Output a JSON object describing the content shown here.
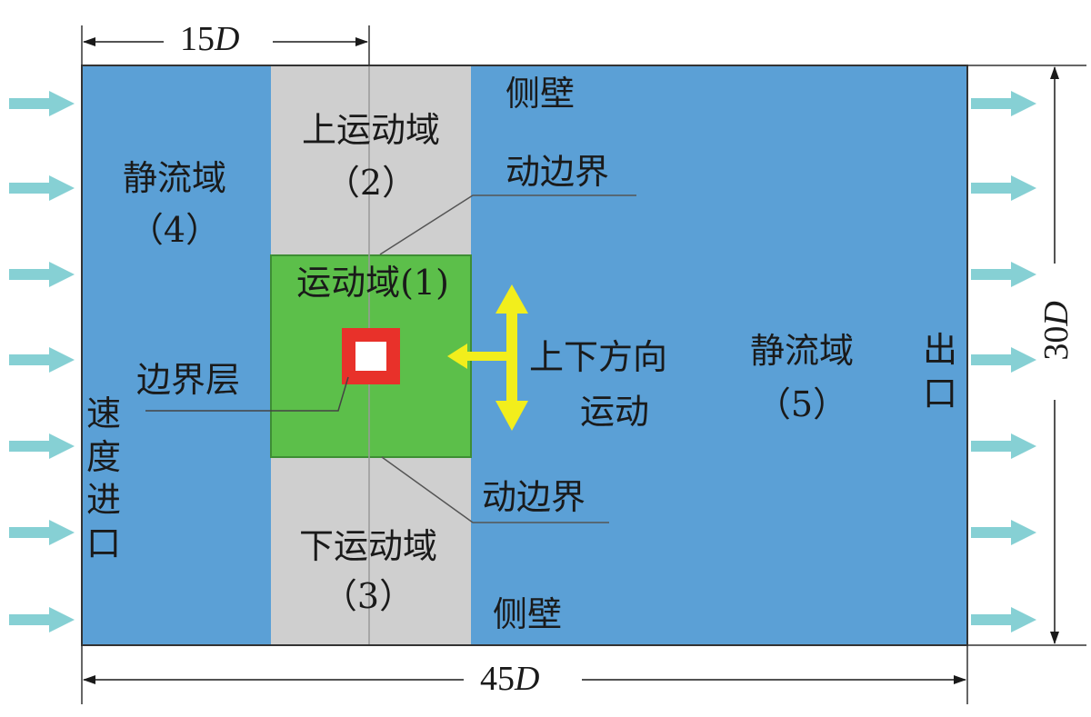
{
  "colors": {
    "static_domain": "#5ba0d6",
    "moving_subdomain": "#cfcfcf",
    "moving_domain": "#5cbf4a",
    "boundary_layer": "#e8312a",
    "motion_arrow": "#f2ee1c",
    "inlet_arrow": "#86d0d4"
  },
  "dimensions": {
    "top_width_value": "15",
    "total_width_value": "45",
    "height_value": "30",
    "unit_symbol": "D"
  },
  "labels": {
    "static_left_name": "静流域",
    "static_left_num": "（4）",
    "upper_moving_name": "上运动域",
    "upper_moving_num": "（2）",
    "moving_domain": "运动域(1)",
    "lower_moving_name": "下运动域",
    "lower_moving_num": "（3）",
    "boundary_layer": "边界层",
    "side_wall_top": "侧壁",
    "side_wall_bottom": "侧壁",
    "moving_boundary_top": "动边界",
    "moving_boundary_bottom": "动边界",
    "motion_line1": "上下方向",
    "motion_line2": "运动",
    "static_right_name": "静流域",
    "static_right_num": "（5）",
    "outlet_chars": [
      "出",
      "口"
    ],
    "inlet_chars": [
      "速",
      "度",
      "进",
      "口"
    ]
  },
  "icons": {
    "inlet_arrows": "arrow-right-icon",
    "outlet_arrows": "arrow-right-icon",
    "motion_arrow": "double-vertical-arrow-icon"
  }
}
